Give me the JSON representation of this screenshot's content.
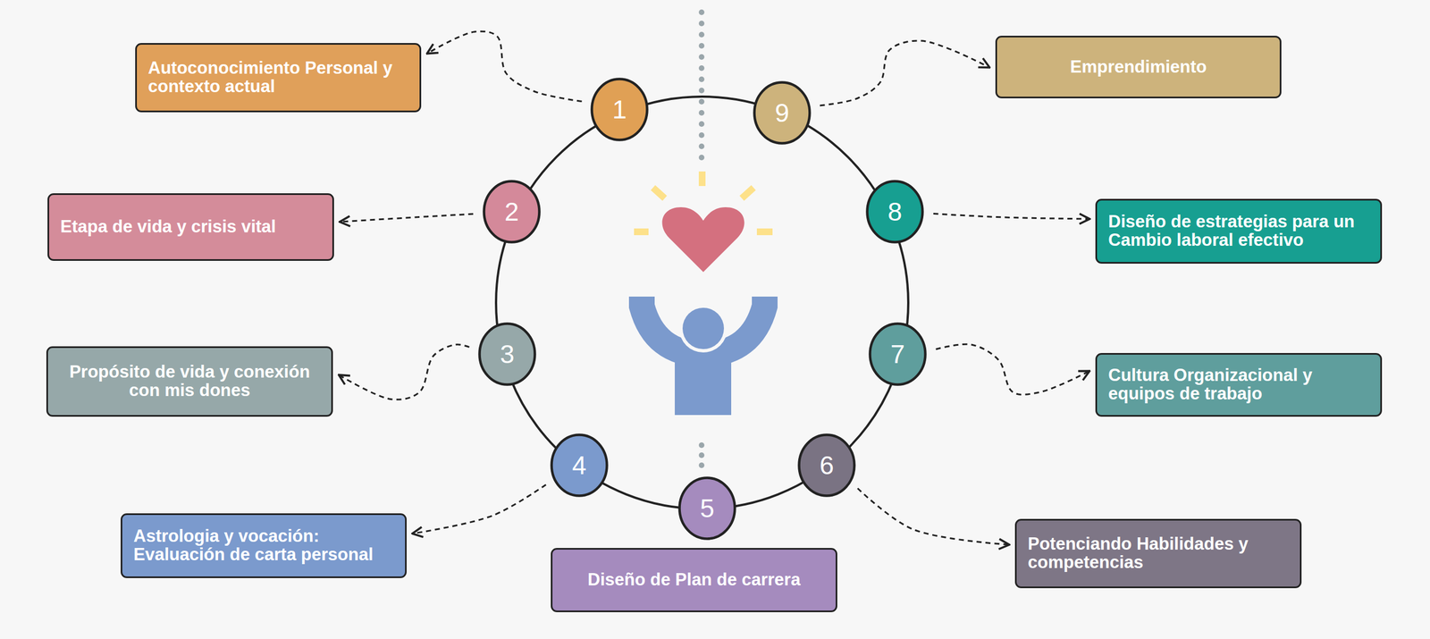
{
  "diagram": {
    "nodes": [
      {
        "text": [
          "1"
        ]
      },
      {
        "text": [
          "2"
        ]
      },
      {
        "text": [
          "3"
        ]
      },
      {
        "text": [
          "4"
        ]
      },
      {
        "text": [
          "5"
        ]
      },
      {
        "text": [
          "6"
        ]
      },
      {
        "text": [
          "7"
        ]
      },
      {
        "text": [
          "8"
        ]
      },
      {
        "text": [
          "9"
        ]
      },
      {
        "text": [
          "Autoconocimiento Personal y contexto actual"
        ]
      },
      {
        "text": [
          "Etapa de vida y crisis vital"
        ]
      },
      {
        "text": [
          "Propósito de vida y conexión con mis dones"
        ]
      },
      {
        "text": [
          "Astrologia y vocación: Evaluación de carta personal"
        ]
      },
      {
        "text": [
          "Diseño de Plan de carrera"
        ]
      },
      {
        "text": [
          "Potenciando Habilidades y competencias"
        ]
      },
      {
        "text": [
          "Cultura Organizacional y equipos de trabajo"
        ]
      },
      {
        "text": [
          "Diseño de estrategias para un Cambio laboral efectivo"
        ]
      },
      {
        "text": [
          "Emprendimiento"
        ]
      }
    ],
    "edges": [
      {
        "from": 0,
        "to": 9,
        "arrow": "to"
      },
      {
        "from": 1,
        "to": 10,
        "arrow": "to"
      },
      {
        "from": 2,
        "to": 11,
        "arrow": "to"
      },
      {
        "from": 3,
        "to": 12,
        "arrow": "to"
      },
      {
        "from": 5,
        "to": 14,
        "arrow": "to"
      },
      {
        "from": 6,
        "to": 15,
        "arrow": "to"
      },
      {
        "from": 7,
        "to": 16,
        "arrow": "to"
      },
      {
        "from": 8,
        "to": 17,
        "arrow": "to"
      }
    ]
  }
}
